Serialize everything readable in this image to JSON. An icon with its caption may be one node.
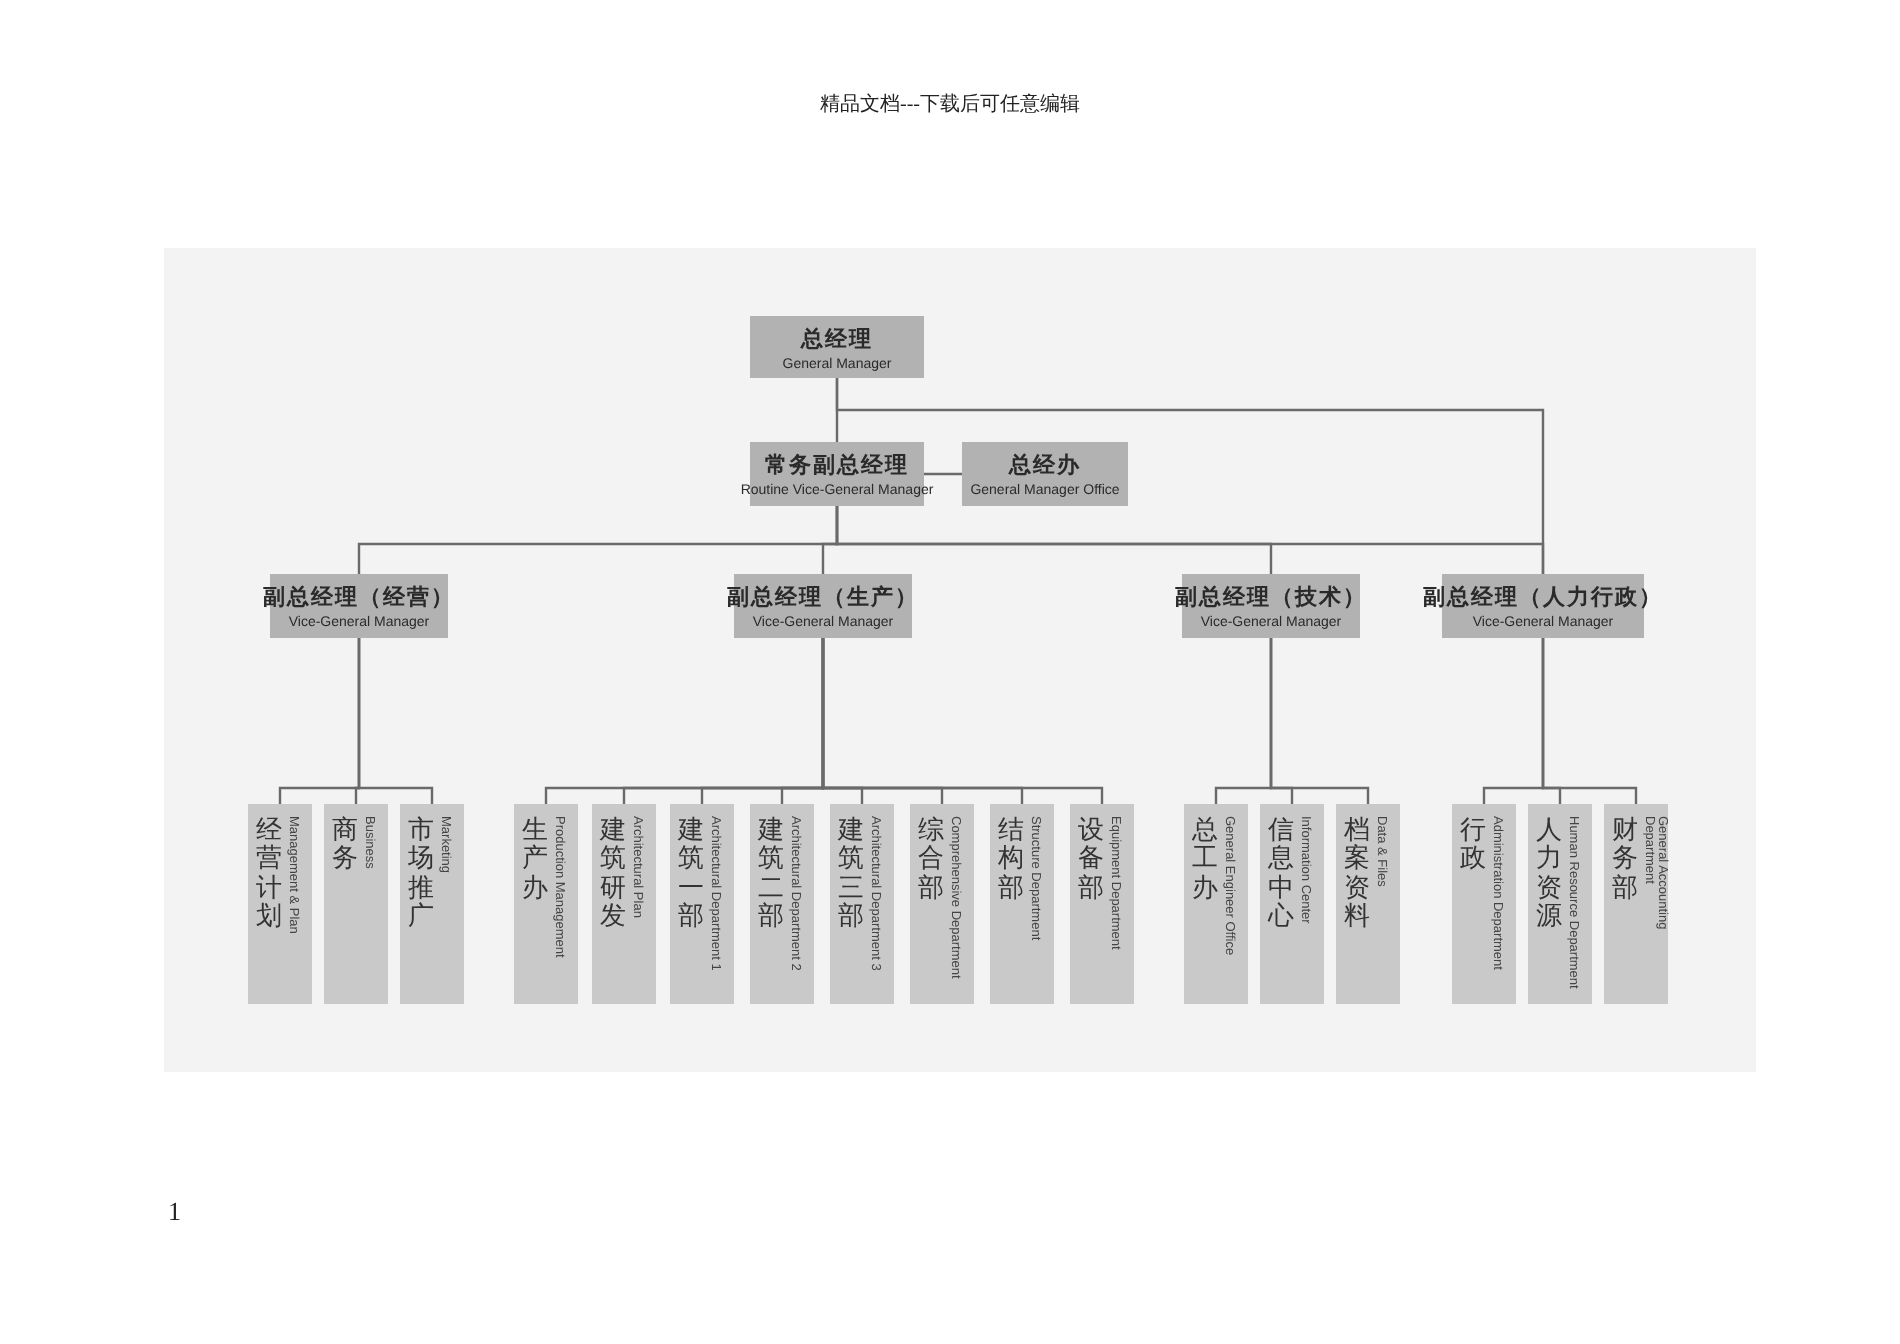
{
  "diagram": {
    "nodes": [
      {
        "text": [
          "总经理",
          "General Manager"
        ]
      },
      {
        "text": [
          "常务副总经理",
          "Routine Vice-General Manager"
        ]
      },
      {
        "text": [
          "总经办",
          "General Manager Office"
        ]
      },
      {
        "text": [
          "副总经理（经营）",
          "Vice-General Manager"
        ]
      },
      {
        "text": [
          "副总经理（生产）",
          "Vice-General Manager"
        ]
      },
      {
        "text": [
          "副总经理（技术）",
          "Vice-General Manager"
        ]
      },
      {
        "text": [
          "副总经理（人力行政）",
          "Vice-General Manager"
        ]
      },
      {
        "text": [
          "经营计划",
          "Management & Plan"
        ]
      },
      {
        "text": [
          "商务",
          "Business"
        ]
      },
      {
        "text": [
          "市场推广",
          "Marketing"
        ]
      },
      {
        "text": [
          "生产办",
          "Production Management"
        ]
      },
      {
        "text": [
          "建筑研发",
          "Architectural Plan"
        ]
      },
      {
        "text": [
          "建筑一部",
          "Architectural Department 1"
        ]
      },
      {
        "text": [
          "建筑二部",
          "Architectural Department 2"
        ]
      },
      {
        "text": [
          "建筑三部",
          "Architectural Department 3"
        ]
      },
      {
        "text": [
          "综合部",
          "Comprehensive Department"
        ]
      },
      {
        "text": [
          "结构部",
          "Structure Department"
        ]
      },
      {
        "text": [
          "设备部",
          "Equipment Department"
        ]
      },
      {
        "text": [
          "总工办",
          "General Engineer Office"
        ]
      },
      {
        "text": [
          "信息中心",
          "Information Center"
        ]
      },
      {
        "text": [
          "档案资料",
          "Data & Files"
        ]
      },
      {
        "text": [
          "行政",
          "Administration Department"
        ]
      },
      {
        "text": [
          "人力资源",
          "Human Resource Department"
        ]
      },
      {
        "text": [
          "财务部",
          "General Accounting Department"
        ]
      }
    ],
    "edges": [
      {
        "from": 0,
        "to": 1,
        "arrow": "none"
      },
      {
        "from": 1,
        "to": 2,
        "arrow": "none"
      },
      {
        "from": 0,
        "to": 6,
        "arrow": "none"
      },
      {
        "from": 1,
        "to": 3,
        "arrow": "none"
      },
      {
        "from": 1,
        "to": 4,
        "arrow": "none"
      },
      {
        "from": 1,
        "to": 5,
        "arrow": "none"
      },
      {
        "from": 1,
        "to": 6,
        "arrow": "none"
      },
      {
        "from": 3,
        "to": 7,
        "arrow": "none"
      },
      {
        "from": 3,
        "to": 8,
        "arrow": "none"
      },
      {
        "from": 3,
        "to": 9,
        "arrow": "none"
      },
      {
        "from": 4,
        "to": 10,
        "arrow": "none"
      },
      {
        "from": 4,
        "to": 11,
        "arrow": "none"
      },
      {
        "from": 4,
        "to": 12,
        "arrow": "none"
      },
      {
        "from": 4,
        "to": 13,
        "arrow": "none"
      },
      {
        "from": 4,
        "to": 14,
        "arrow": "none"
      },
      {
        "from": 4,
        "to": 15,
        "arrow": "none"
      },
      {
        "from": 4,
        "to": 16,
        "arrow": "none"
      },
      {
        "from": 4,
        "to": 17,
        "arrow": "none"
      },
      {
        "from": 5,
        "to": 18,
        "arrow": "none"
      },
      {
        "from": 5,
        "to": 19,
        "arrow": "none"
      },
      {
        "from": 5,
        "to": 20,
        "arrow": "none"
      },
      {
        "from": 6,
        "to": 21,
        "arrow": "none"
      },
      {
        "from": 6,
        "to": 22,
        "arrow": "none"
      },
      {
        "from": 6,
        "to": 23,
        "arrow": "none"
      }
    ],
    "labels": [
      "精品文档---下载后可任意编辑",
      "1"
    ]
  }
}
